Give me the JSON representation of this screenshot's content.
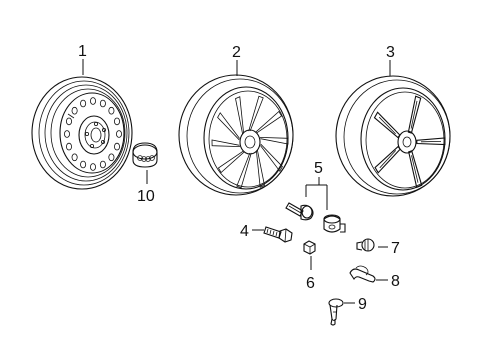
{
  "diagram": {
    "callouts": [
      {
        "id": "1",
        "text": "1",
        "part": "steel-spare-wheel"
      },
      {
        "id": "2",
        "text": "2",
        "part": "alloy-wheel-twin-spoke"
      },
      {
        "id": "3",
        "text": "3",
        "part": "alloy-wheel-five-spoke"
      },
      {
        "id": "4",
        "text": "4",
        "part": "wheel-bolt"
      },
      {
        "id": "5",
        "text": "5",
        "part": "locking-bolt-set"
      },
      {
        "id": "6",
        "text": "6",
        "part": "bolt-cap"
      },
      {
        "id": "7",
        "text": "7",
        "part": "valve-cap"
      },
      {
        "id": "8",
        "text": "8",
        "part": "tpms-clip"
      },
      {
        "id": "9",
        "text": "9",
        "part": "valve-stem"
      },
      {
        "id": "10",
        "text": "10",
        "part": "center-cap"
      }
    ]
  }
}
